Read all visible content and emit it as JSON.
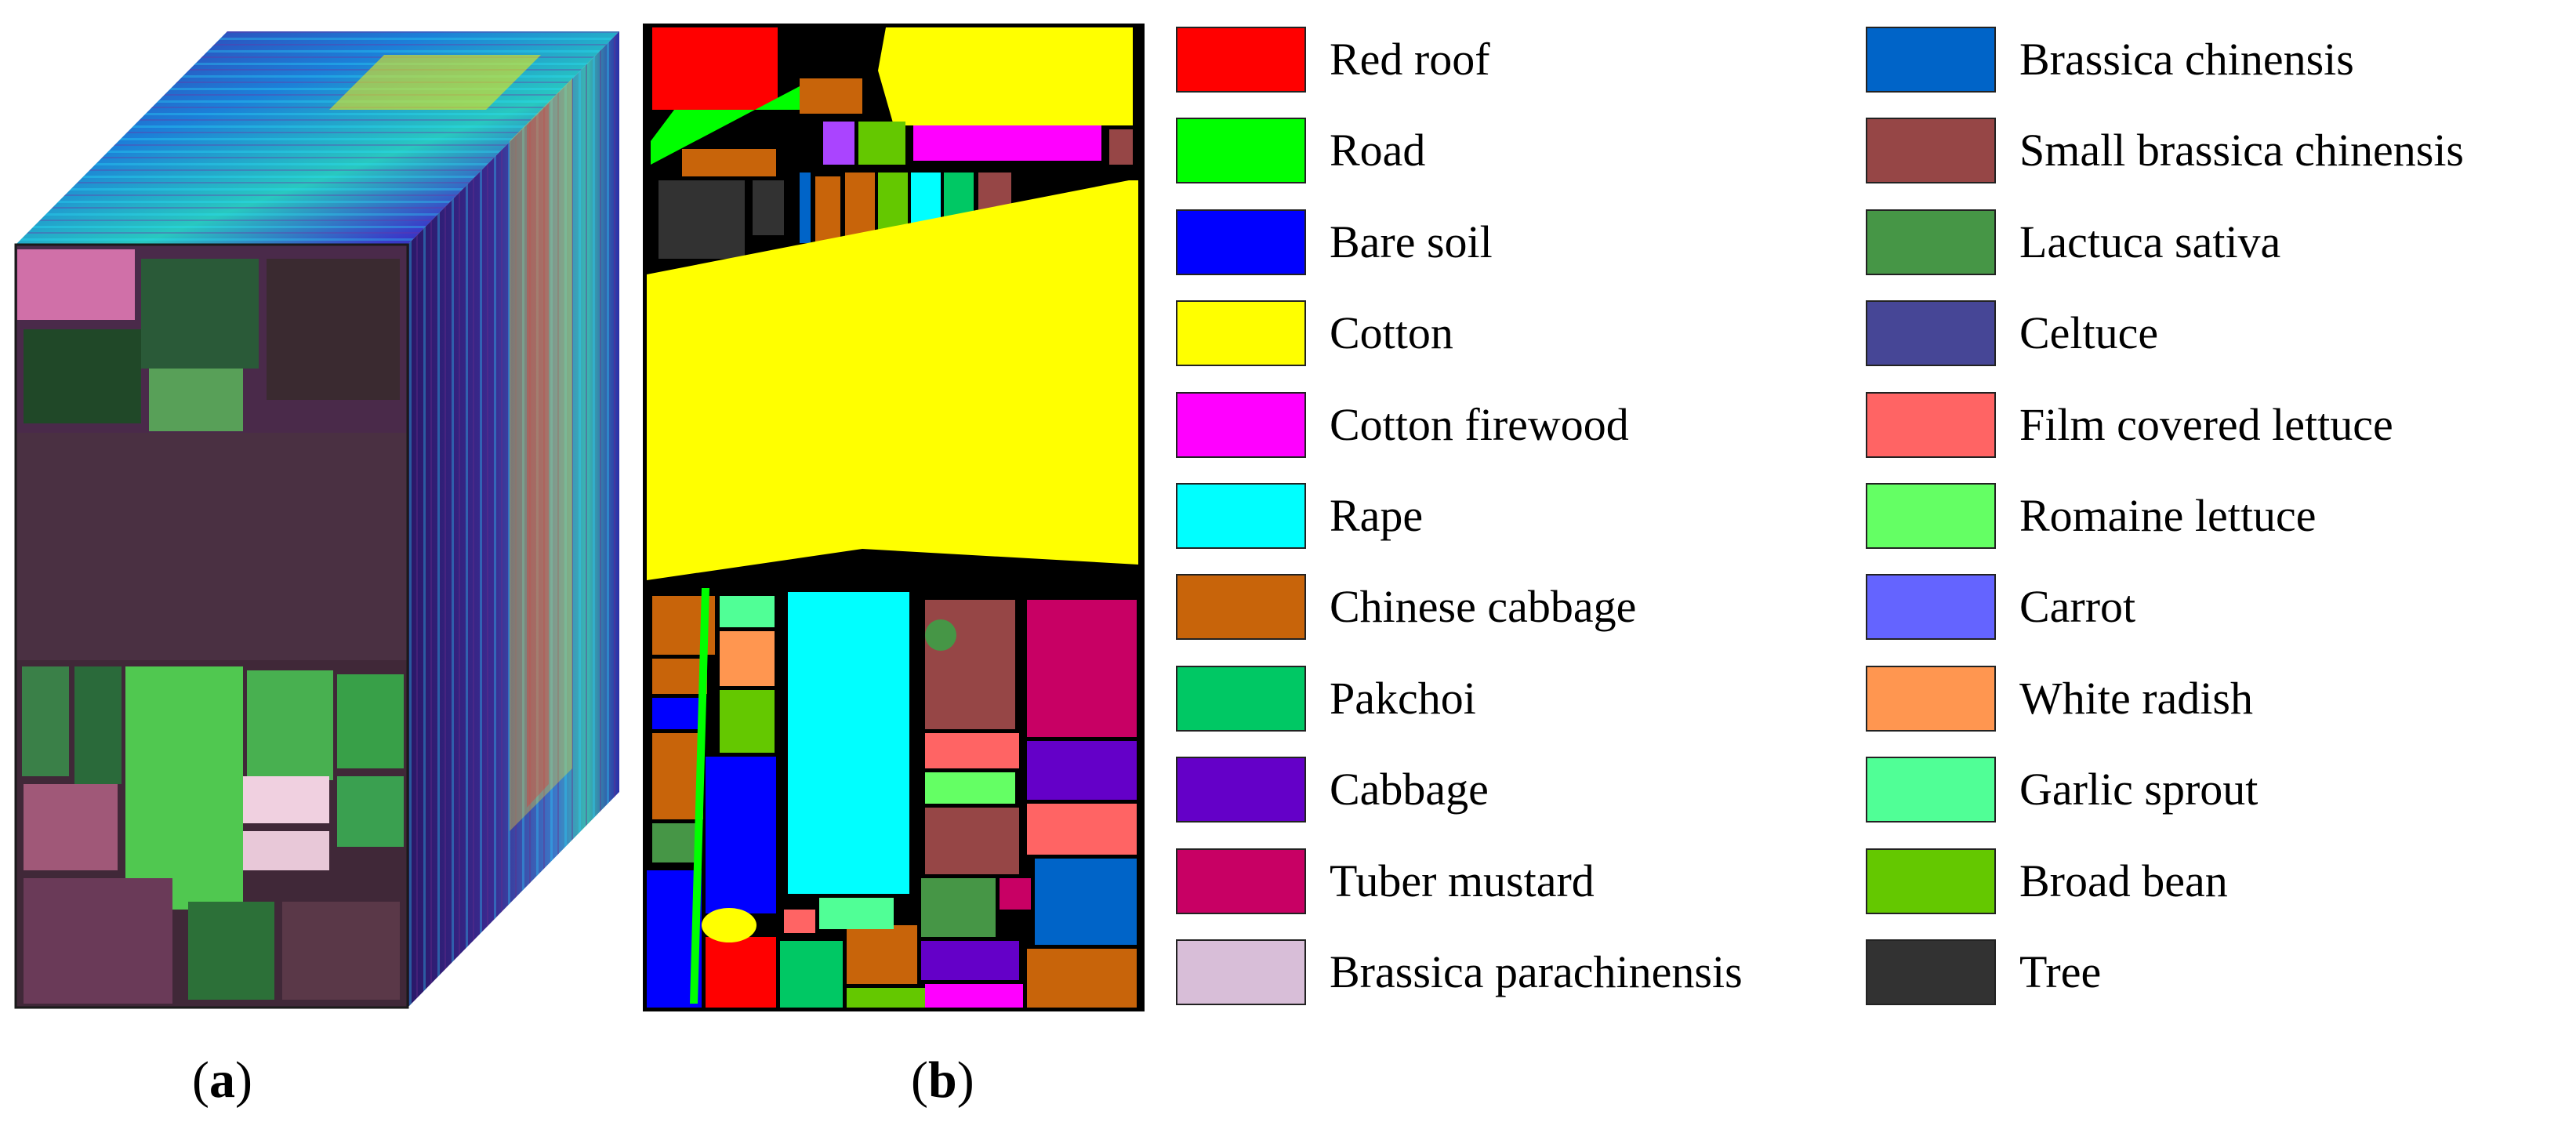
{
  "panels": {
    "a_label": "a",
    "b_label": "b"
  },
  "legend": [
    {
      "label": "Red roof",
      "color": "#ff0000"
    },
    {
      "label": "Road",
      "color": "#00ff00"
    },
    {
      "label": "Bare soil",
      "color": "#0000ff"
    },
    {
      "label": "Cotton",
      "color": "#ffff00"
    },
    {
      "label": "Cotton firewood",
      "color": "#ff00ff"
    },
    {
      "label": "Rape",
      "color": "#00ffff"
    },
    {
      "label": "Chinese cabbage",
      "color": "#c8640a"
    },
    {
      "label": "Pakchoi",
      "color": "#00c864"
    },
    {
      "label": "Cabbage",
      "color": "#6400c8"
    },
    {
      "label": "Tuber mustard",
      "color": "#c80064"
    },
    {
      "label": "Brassica parachinensis",
      "color": "#d8bed8"
    },
    {
      "label": "Brassica chinensis",
      "color": "#0064c8"
    },
    {
      "label": "Small brassica chinensis",
      "color": "#964646"
    },
    {
      "label": "Lactuca sativa",
      "color": "#469646"
    },
    {
      "label": "Celtuce",
      "color": "#464696"
    },
    {
      "label": "Film covered lettuce",
      "color": "#ff6464"
    },
    {
      "label": "Romaine lettuce",
      "color": "#64ff64"
    },
    {
      "label": "Carrot",
      "color": "#6464ff"
    },
    {
      "label": "White radish",
      "color": "#ff9650"
    },
    {
      "label": "Garlic sprout",
      "color": "#50ff96"
    },
    {
      "label": "Broad bean",
      "color": "#64c800"
    },
    {
      "label": "Tree",
      "color": "#323232"
    }
  ]
}
